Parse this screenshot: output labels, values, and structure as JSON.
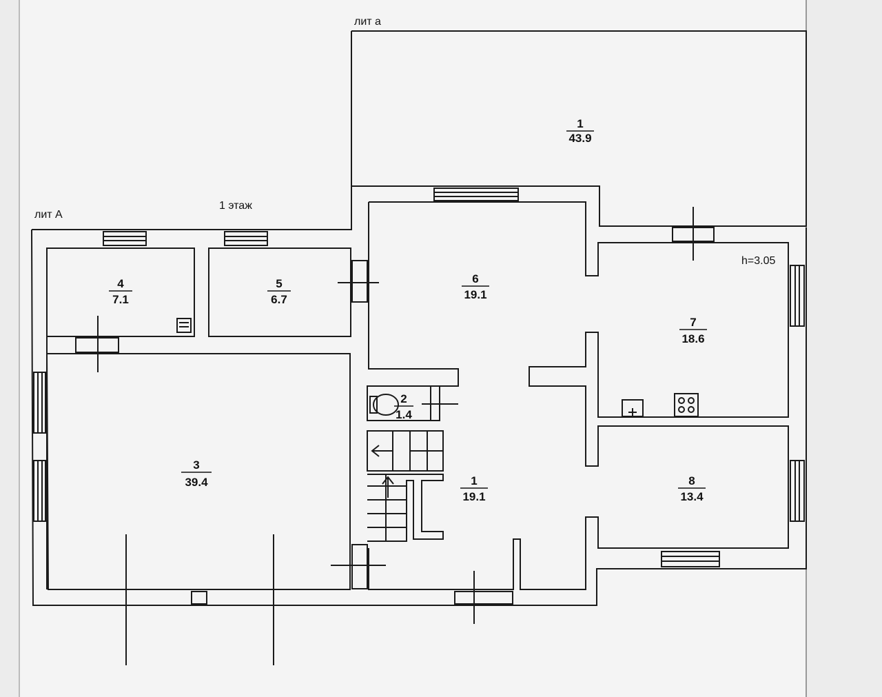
{
  "labels": {
    "lit_small": "лит а",
    "lit_big": "лит А",
    "floor": "1 этаж",
    "height": "h=3.05"
  },
  "rooms": [
    {
      "id": "a1",
      "number": "1",
      "area": "43.9"
    },
    {
      "id": "r4",
      "number": "4",
      "area": "7.1"
    },
    {
      "id": "r5",
      "number": "5",
      "area": "6.7"
    },
    {
      "id": "r6",
      "number": "6",
      "area": "19.1"
    },
    {
      "id": "r7",
      "number": "7",
      "area": "18.6"
    },
    {
      "id": "r2",
      "number": "2",
      "area": "1.4"
    },
    {
      "id": "r3",
      "number": "3",
      "area": "39.4"
    },
    {
      "id": "r1",
      "number": "1",
      "area": "19.1"
    },
    {
      "id": "r8",
      "number": "8",
      "area": "13.4"
    }
  ],
  "colors": {
    "paper": "#f4f4f4",
    "background": "#ececec",
    "line": "#1a1a1a"
  }
}
